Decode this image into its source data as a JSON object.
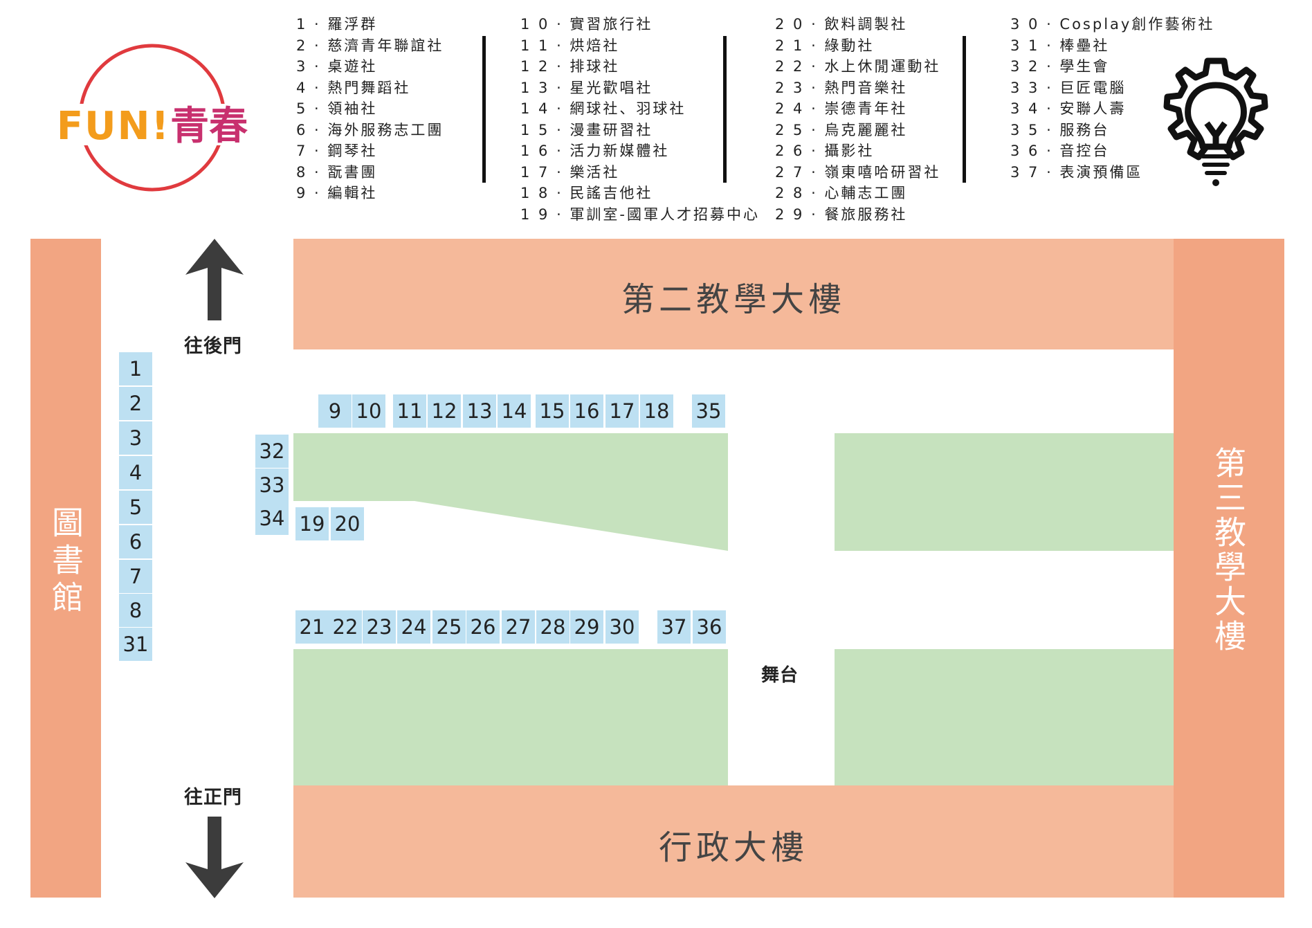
{
  "logo": {
    "text_fun": "FUN!",
    "text_cn": "青春"
  },
  "legend": {
    "col1": [
      "1 · 羅浮群",
      "2 · 慈濟青年聯誼社",
      "3 · 桌遊社",
      "4 · 熱門舞蹈社",
      "5 · 領袖社",
      "6 · 海外服務志工團",
      "7 · 鋼琴社",
      "8 · 翫書團",
      "9 · 編輯社"
    ],
    "col2": [
      "1 0 · 實習旅行社",
      "1 1 · 烘焙社",
      "1 2 · 排球社",
      "1 3 · 星光歡唱社",
      "1 4 · 網球社、羽球社",
      "1 5 · 漫畫研習社",
      "1 6 · 活力新媒體社",
      "1 7 · 樂活社",
      "1 8 · 民謠吉他社",
      "1 9 · 軍訓室-國軍人才招募中心"
    ],
    "col3": [
      "2 0 · 飲料調製社",
      "2 1 · 綠動社",
      "2 2 · 水上休閒運動社",
      "2 3 · 熱門音樂社",
      "2 4 · 崇德青年社",
      "2 5 · 烏克麗麗社",
      "2 6 · 攝影社",
      "2 7 · 嶺東嘻哈研習社",
      "2 8 · 心輔志工團",
      "2 9 · 餐旅服務社"
    ],
    "col4": [
      "3 0 · Cosplay創作藝術社",
      "3 1 · 棒壘社",
      "3 2 · 學生會",
      "3 3 · 巨匠電腦",
      "3 4 · 安聯人壽",
      "3 5 · 服務台",
      "3 6 · 音控台",
      "3 7 · 表演預備區"
    ]
  },
  "buildings": {
    "library": "圖書館",
    "teaching2": "第二教學大樓",
    "teaching3": "第三教學大樓",
    "admin": "行政大樓"
  },
  "labels": {
    "back_gate": "往後門",
    "front_gate": "往正門",
    "stage": "舞台"
  },
  "booths": {
    "left_column": [
      "1",
      "2",
      "3",
      "4",
      "5",
      "6",
      "7",
      "8",
      "31"
    ],
    "top_row": [
      "9",
      "10",
      "11",
      "12",
      "13",
      "14",
      "15",
      "16",
      "17",
      "18",
      "35"
    ],
    "side_column": [
      "32",
      "33",
      "34"
    ],
    "mid_row": [
      "19",
      "20"
    ],
    "bottom_row": [
      "21",
      "22",
      "23",
      "24",
      "25",
      "26",
      "27",
      "28",
      "29",
      "30",
      "37",
      "36"
    ]
  },
  "colors": {
    "building": "#f5b99a",
    "building_side": "#f2a582",
    "booth": "#bde0f2",
    "lawn": "#c6e2be",
    "logo_circle": "#e03a3e"
  },
  "icons": [
    "lightbulb-gear-icon",
    "arrow-up-icon",
    "arrow-down-icon"
  ]
}
